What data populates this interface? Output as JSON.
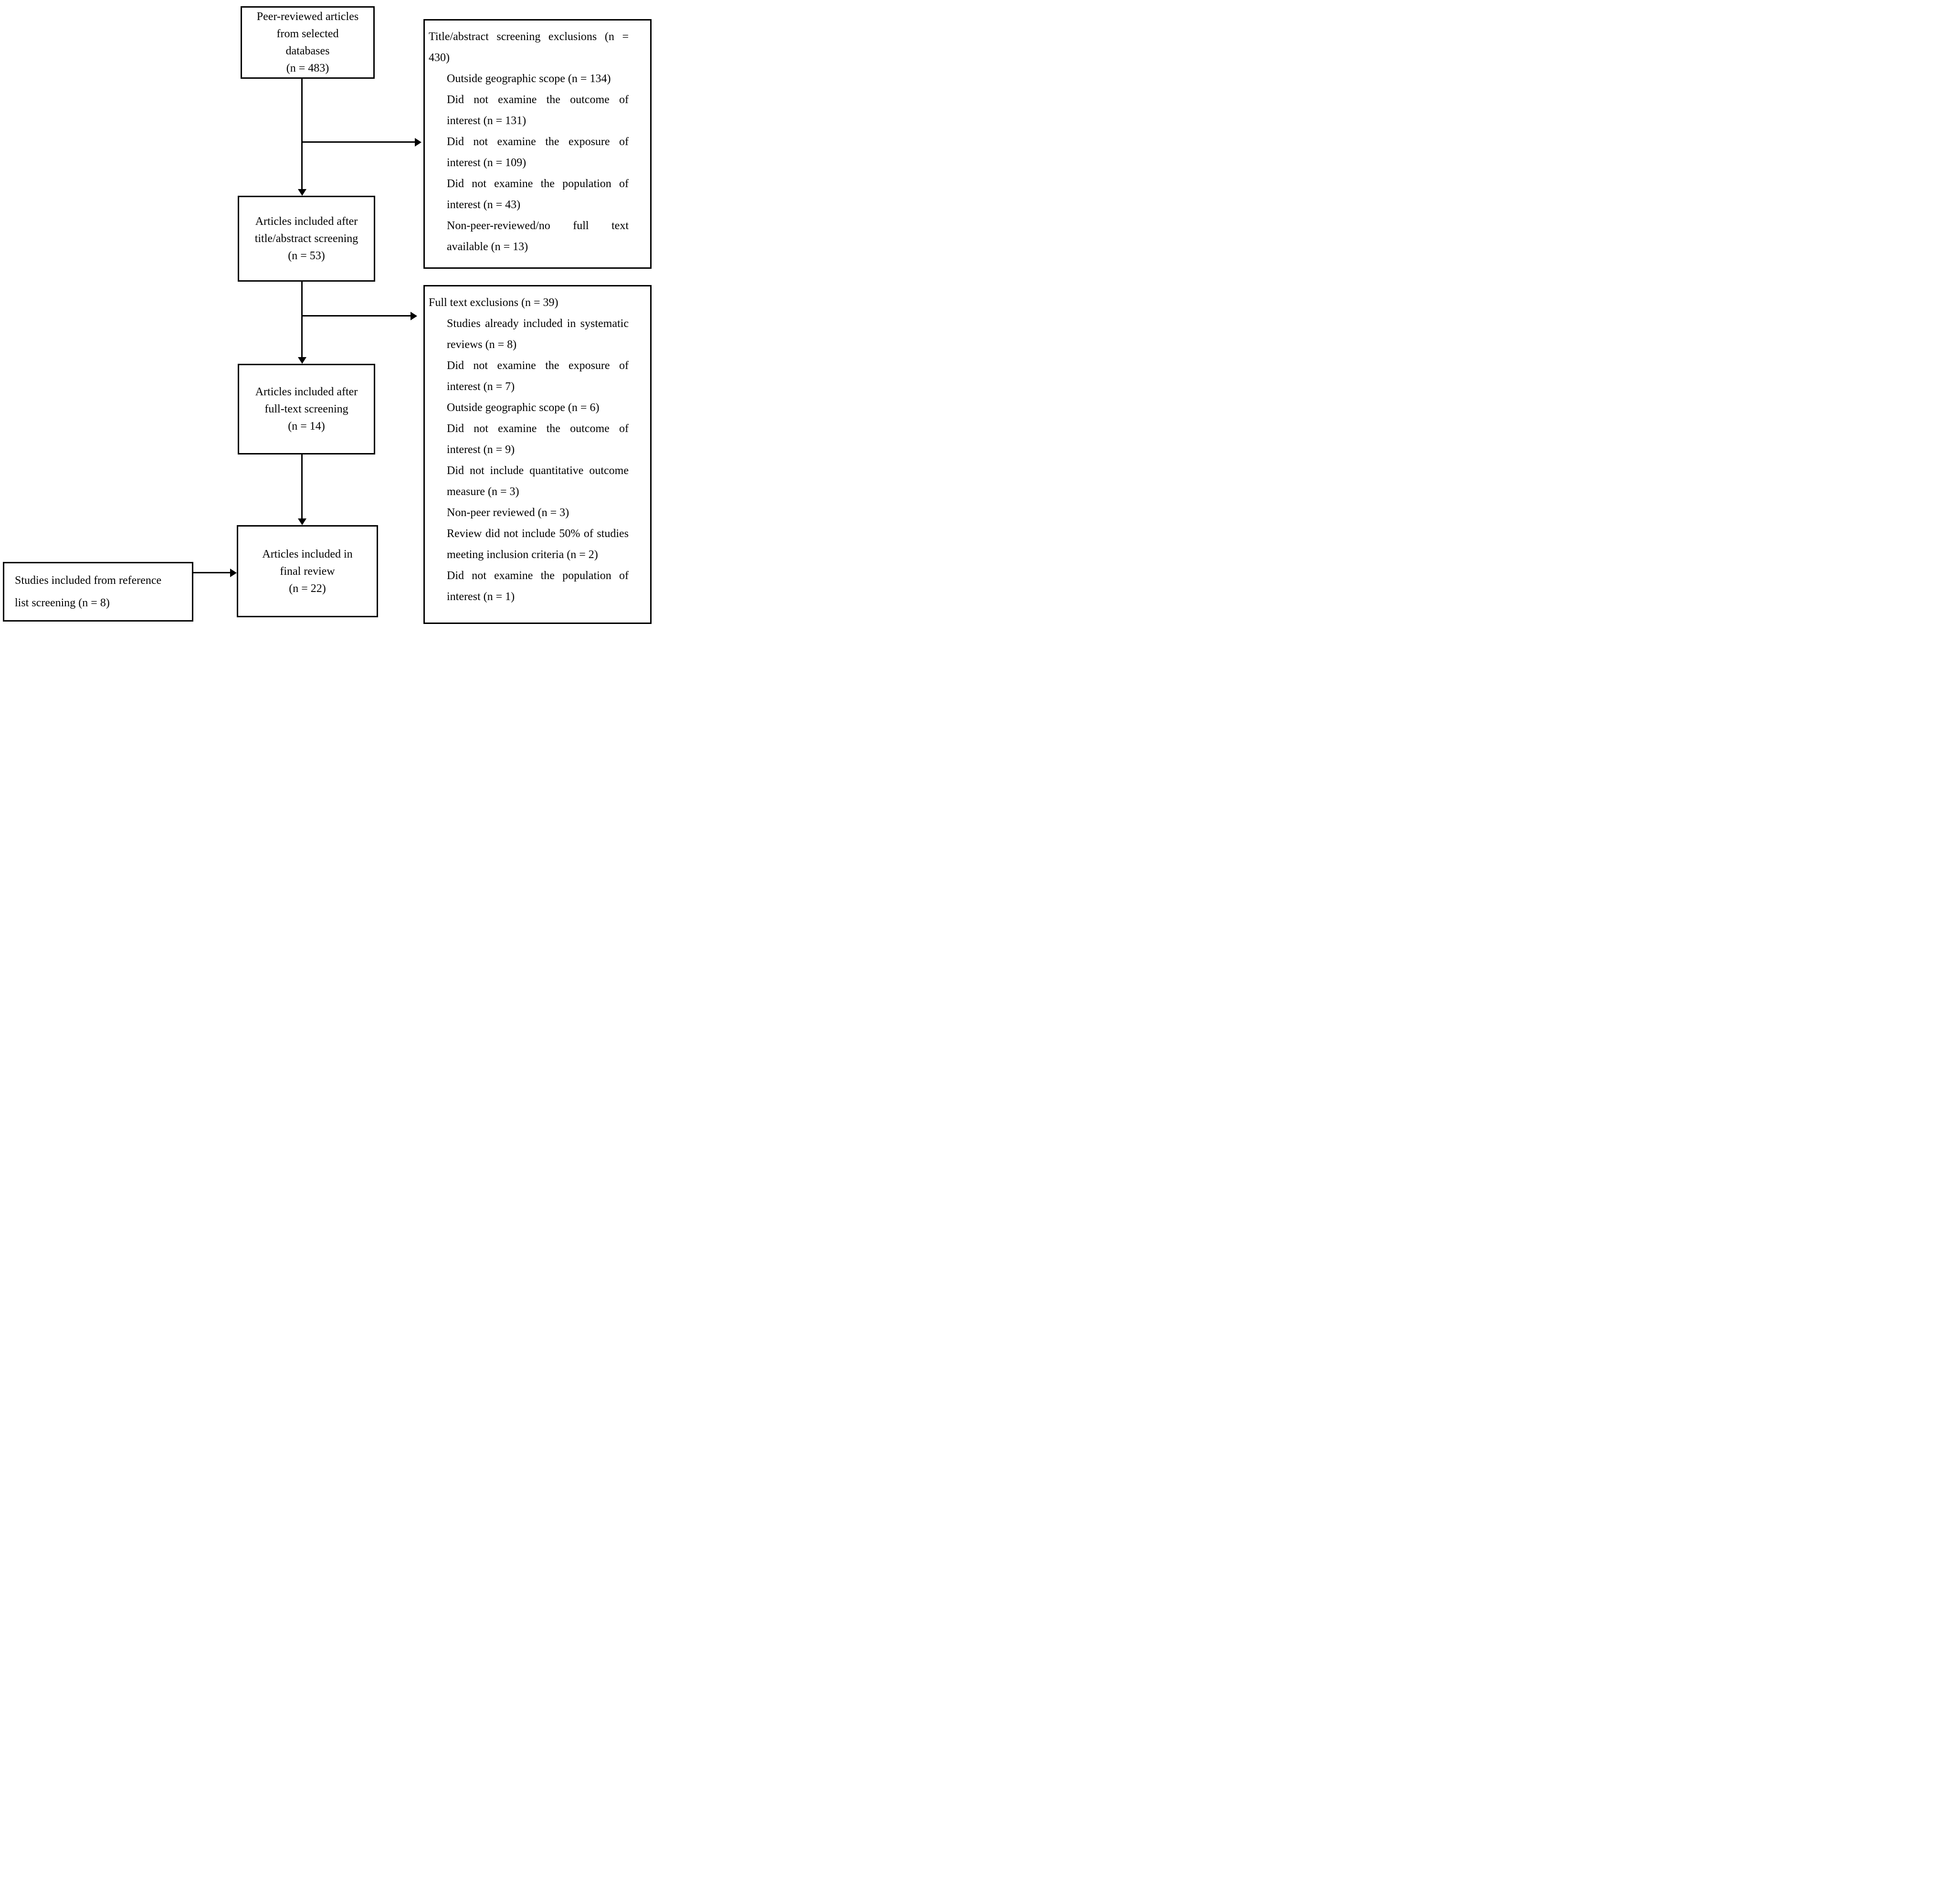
{
  "page": {
    "background_color": "#ffffff",
    "ink_color": "#000000"
  },
  "flow_boxes": {
    "source": {
      "line1": "Peer-reviewed articles",
      "line2": "from selected",
      "line3": "databases",
      "line4": "(n = 483)"
    },
    "title_abstract_included": {
      "line1": "Articles included after",
      "line2": "title/abstract screening",
      "line3": "(n = 53)"
    },
    "full_text_included": {
      "line1": "Articles included after",
      "line2": "full-text screening",
      "line3": "(n = 14)"
    },
    "final_review": {
      "line1": "Articles included in",
      "line2": "final review",
      "line3": "(n = 22)"
    },
    "reference_list": {
      "line1": "Studies included from reference",
      "line2": "list screening (n = 8)"
    }
  },
  "exclusions_title_abstract": {
    "title": "Title/abstract screening exclusions (n = 430)",
    "items": [
      "Outside geographic scope (n = 134)",
      "Did not examine the outcome of interest (n = 131)",
      "Did not examine the exposure of interest (n = 109)",
      "Did not examine the population of interest (n = 43)",
      "Non-peer-reviewed/no full text available (n = 13)"
    ]
  },
  "exclusions_full_text": {
    "title": "Full text exclusions (n = 39)",
    "items": [
      "Studies already included in systematic reviews (n = 8)",
      "Did not examine the exposure of interest (n = 7)",
      "Outside geographic scope (n = 6)",
      "Did not examine the outcome of interest (n = 9)",
      "Did not include quantitative outcome measure (n = 3)",
      "Non-peer reviewed (n = 3)",
      "Review did not include 50% of studies meeting inclusion criteria (n = 2)",
      "Did not examine the population of interest (n = 1)"
    ]
  }
}
